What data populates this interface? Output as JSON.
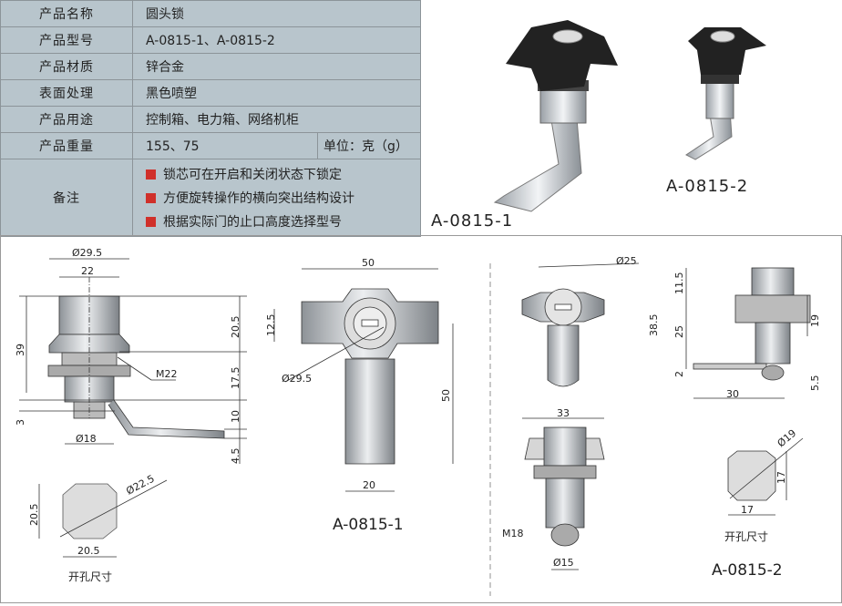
{
  "spec": {
    "rows": [
      {
        "label": "产品名称",
        "value": "圆头锁"
      },
      {
        "label": "产品型号",
        "value": "A-0815-1、A-0815-2"
      },
      {
        "label": "产品材质",
        "value": "锌合金"
      },
      {
        "label": "表面处理",
        "value": "黑色喷塑"
      },
      {
        "label": "产品用途",
        "value": "控制箱、电力箱、网络机柜"
      },
      {
        "label": "产品重量",
        "value": "155、75",
        "unit": "单位：克（g）"
      }
    ],
    "notes_label": "备注",
    "notes": [
      "锁芯可在开启和关闭状态下锁定",
      "方便旋转操作的横向突出结构设计",
      "根据实际门的止口高度选择型号"
    ]
  },
  "photos": {
    "model1": "A-0815-1",
    "model2": "A-0815-2"
  },
  "drawing1": {
    "d_outer": "Ø29.5",
    "w_top": "22",
    "h_total": "39",
    "h_head": "20.5",
    "h_body": "17.5",
    "h_cam": "10",
    "h_cam2": "4.5",
    "h_small": "3",
    "thread": "M22",
    "d_bottom": "Ø18",
    "cutout": {
      "h": "20.5",
      "d": "Ø22.5",
      "w": "20.5",
      "label": "开孔尺寸"
    }
  },
  "drawing1_front": {
    "width": "50",
    "h_wing": "12.5",
    "d_head": "Ø29.5",
    "h_cam": "50",
    "w_cam": "20",
    "model": "A-0815-1"
  },
  "drawing2": {
    "d_head": "Ø25",
    "h_head": "11.5",
    "h_total": "38.5",
    "h_body": "25",
    "h_small": "2",
    "h_right": "19",
    "h_cam": "5.5",
    "cam_len": "30",
    "width": "33",
    "thread": "M18",
    "d_bottom": "Ø15",
    "cutout": {
      "d": "Ø19",
      "h": "17",
      "w": "17",
      "label": "开孔尺寸"
    },
    "model": "A-0815-2"
  }
}
